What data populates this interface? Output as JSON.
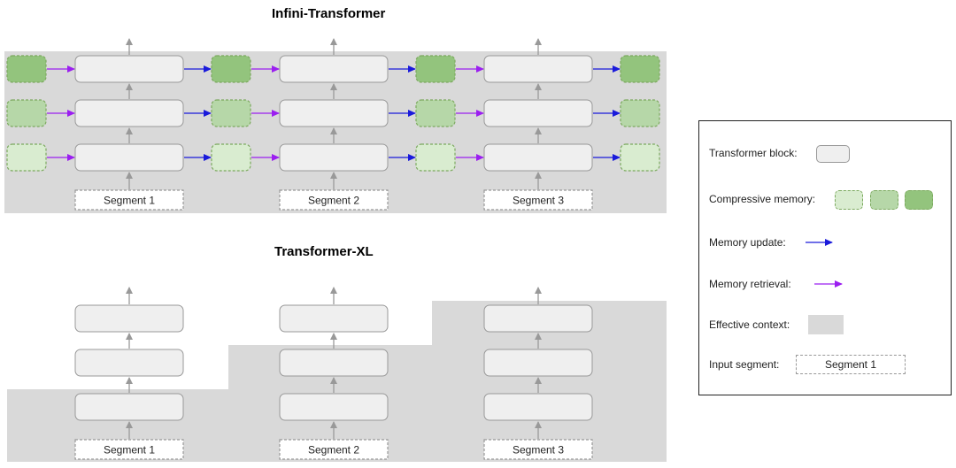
{
  "titles": {
    "infini": "Infini-Transformer",
    "xl": "Transformer-XL"
  },
  "segments": [
    "Segment 1",
    "Segment 2",
    "Segment 3"
  ],
  "colors": {
    "block_fill": "#efefef",
    "block_stroke": "#999999",
    "context_gray": "#d9d9d9",
    "memory_light": "#d9ecd0",
    "memory_mid": "#b6d7a8",
    "memory_dark": "#93c47d",
    "memory_stroke": "#7ca95f",
    "update_arrow": "#1a1adb",
    "retrieval_arrow": "#9b1ef0",
    "flow_arrow": "#999999"
  },
  "legend": {
    "transformer_block": "Transformer block:",
    "compressive_memory": "Compressive memory:",
    "memory_update": "Memory update:",
    "memory_retrieval": "Memory retrieval:",
    "effective_context": "Effective context:",
    "input_segment": "Input segment:",
    "input_segment_example": "Segment 1"
  }
}
